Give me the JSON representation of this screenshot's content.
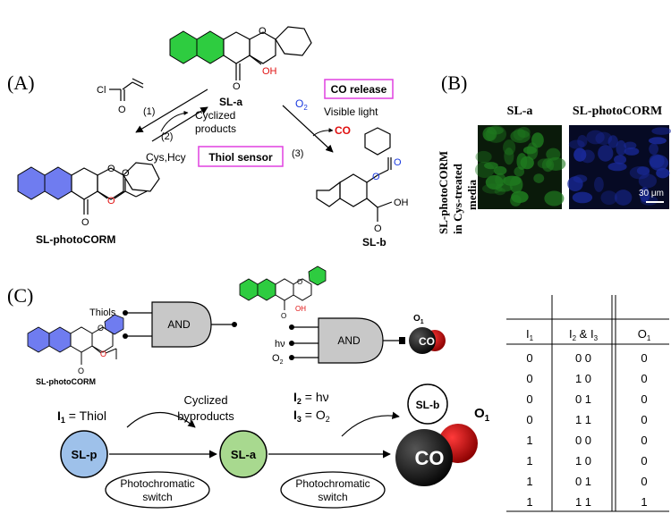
{
  "panel_a": {
    "label": "(A)",
    "sla_label": "SL-a",
    "oh": "OH",
    "carbonyl_o": "O",
    "ring_o": "O",
    "cl": "Cl",
    "acryl_o": "O",
    "step1": "(1)",
    "step2": "(2)",
    "step3": "(3)",
    "cyclized_1": "Cyclized",
    "cyclized_2": "products",
    "cys_hcy": "Cys,Hcy",
    "thiol_sensor": "Thiol sensor",
    "co_release": "CO release",
    "o2": "O",
    "o2_sub": "2",
    "visible_light": "Visible light",
    "co": "CO",
    "photocorm_label": "SL-photoCORM",
    "ester_o": "O",
    "photocorm_o1": "O",
    "photocorm_o2": "O",
    "photocorm_o3": "O",
    "slb_label": "SL-b",
    "slb_o1": "O",
    "slb_o2": "O",
    "slb_oh": "OH",
    "slb_o3": "O"
  },
  "panel_b": {
    "label": "(B)",
    "side_1": "SL-photoCORM",
    "side_2": "in Cys-treated",
    "side_3": "media",
    "col1": "SL-a",
    "col2": "SL-photoCORM",
    "scale": "30 μm",
    "green": "#1f7a1f",
    "blue": "#1a2a9a"
  },
  "panel_c": {
    "label": "(C)",
    "thiols": "Thiols",
    "and1": "AND",
    "and2": "AND",
    "hv_input": "hν",
    "o2_input": "O",
    "o2_input_sub": "2",
    "sla_oh": "OH",
    "sla_o": "O",
    "sla_ring_o": "O",
    "o1_label": "O",
    "o1_sub": "1",
    "co_ball": "CO",
    "photocorm_label": "SL-photoCORM",
    "photocorm_o": "O",
    "photocorm_o_b": "O",
    "photocorm_o_c": "O",
    "i1": "I",
    "i1_sub": "1",
    "i1_rest": " = Thiol",
    "cyc_1": "Cyclized",
    "cyc_2": "byproducts",
    "i2": "I",
    "i2_sub": "2",
    "i2_rest": " = hν",
    "i3": "I",
    "i3_sub": "3",
    "i3_rest": " = O",
    "i3_rest_sub": "2",
    "slb": "SL-b",
    "o1_big": "O",
    "o1_big_sub": "1",
    "slp": "SL-p",
    "sla": "SL-a",
    "co_big": "CO",
    "switch1_a": "Photochromatic",
    "switch1_b": "switch",
    "switch2_a": "Photochromatic",
    "switch2_b": "switch",
    "colors": {
      "benzo_green": "#2ecc40",
      "benzo_blue": "#6f7cf0",
      "slp_fill": "#9ec1ea",
      "sla_fill": "#a8d98f",
      "red": "#e01010",
      "blue_o": "#1a3adf"
    }
  },
  "truth_table": {
    "headers": [
      {
        "main": "I",
        "sub": "1",
        "rest": ""
      },
      {
        "main": "I",
        "sub": "2",
        "rest": " & I",
        "sub2": "3"
      },
      {
        "main": "O",
        "sub": "1",
        "rest": ""
      }
    ],
    "rows": [
      [
        "0",
        "0  0",
        "0"
      ],
      [
        "0",
        "1  0",
        "0"
      ],
      [
        "0",
        "0  1",
        "0"
      ],
      [
        "0",
        "1  1",
        "0"
      ],
      [
        "1",
        "0  0",
        "0"
      ],
      [
        "1",
        "1  0",
        "0"
      ],
      [
        "1",
        "0  1",
        "0"
      ],
      [
        "1",
        "1  1",
        "1"
      ]
    ]
  }
}
